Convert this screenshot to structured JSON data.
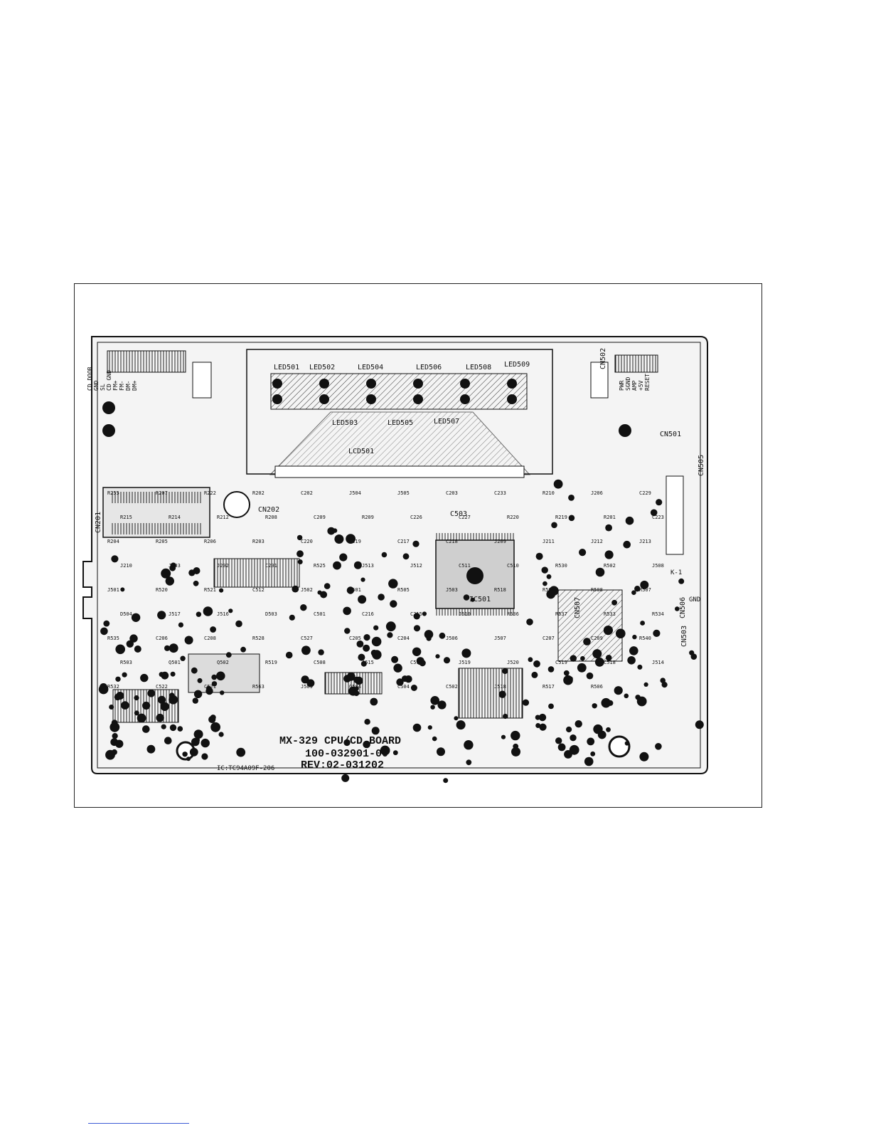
{
  "board": {
    "title": "MX-329 CPU/CD BOARD",
    "part_number": "100-032901-00",
    "revision": "REV:02-031202",
    "ic_note": "IC:TC94A09F-206"
  },
  "leds_top": [
    "LED501",
    "LED502",
    "LED504",
    "LED506",
    "LED508",
    "LED509"
  ],
  "leds_mid": [
    "LED503",
    "LED505",
    "LED507"
  ],
  "lcd": "LCD501",
  "connectors": {
    "cn201": "CN201",
    "cn202": "CN202",
    "cn501": "CN501",
    "cn502": "CN502",
    "cn503": "CN503",
    "cn505": "CN505",
    "cn506": "CN506",
    "cn507": "CN507"
  },
  "ics": {
    "ic501": "IC501",
    "ic503": "C503"
  },
  "pin_labels_left": [
    "CD DOOR",
    "GND",
    "SL",
    "CD GND",
    "FM+",
    "FM-",
    "DM-",
    "DM+"
  ],
  "pin_labels_right": [
    "PWR",
    "SGND",
    "AMP",
    "+5V",
    "RESET"
  ],
  "ground_label": "GND",
  "kt_label": "K-1",
  "components": [
    "R255",
    "R207",
    "R222",
    "R202",
    "C202",
    "J504",
    "J505",
    "C203",
    "C233",
    "R210",
    "J206",
    "C229",
    "R215",
    "R214",
    "R212",
    "R208",
    "C209",
    "R209",
    "C226",
    "C227",
    "R220",
    "R219",
    "R201",
    "C223",
    "R204",
    "R205",
    "R206",
    "R203",
    "C220",
    "C219",
    "C217",
    "C218",
    "J209",
    "J211",
    "J212",
    "J213",
    "J210",
    "J203",
    "J202",
    "C201",
    "R525",
    "J513",
    "J512",
    "C511",
    "C510",
    "R530",
    "R502",
    "J508",
    "J501",
    "R520",
    "R521",
    "C512",
    "J502",
    "D501",
    "R505",
    "J503",
    "R518",
    "R509",
    "R508",
    "R507",
    "D504",
    "J517",
    "J516",
    "D503",
    "C501",
    "C216",
    "C215",
    "J510",
    "R536",
    "R537",
    "R533",
    "R534",
    "R535",
    "C206",
    "C208",
    "R528",
    "C527",
    "C205",
    "C204",
    "J506",
    "J507",
    "C207",
    "C209",
    "R540",
    "R503",
    "Q501",
    "Q502",
    "R519",
    "C508",
    "J515",
    "C514",
    "J519",
    "J520",
    "C519",
    "C518",
    "J514",
    "R532",
    "C522",
    "C521",
    "R563",
    "J509",
    "Q504",
    "C504",
    "C502",
    "J518",
    "R517",
    "R506"
  ]
}
